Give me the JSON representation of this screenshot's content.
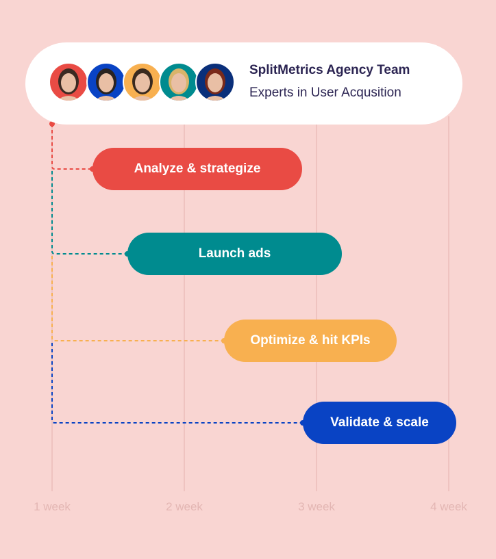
{
  "header": {
    "title": "SplitMetrics Agency Team",
    "subtitle": "Experts in User Acqusition",
    "avatars": [
      {
        "bg": "#e94b44",
        "hair": "#3b2a22"
      },
      {
        "bg": "#0943c4",
        "hair": "#2a2320"
      },
      {
        "bg": "#f8b050",
        "hair": "#3a2a1f"
      },
      {
        "bg": "#008b8f",
        "hair": "#d9b46a"
      },
      {
        "bg": "#0a2f7a",
        "hair": "#7a2a1a"
      }
    ]
  },
  "steps": [
    {
      "label": "Analyze & strategize",
      "color": "#e94b44"
    },
    {
      "label": "Launch ads",
      "color": "#008b8f"
    },
    {
      "label": "Optimize & hit KPIs",
      "color": "#f8b050"
    },
    {
      "label": "Validate & scale",
      "color": "#0943c4"
    }
  ],
  "axis": [
    "1 week",
    "2 week",
    "3 week",
    "4 week"
  ]
}
